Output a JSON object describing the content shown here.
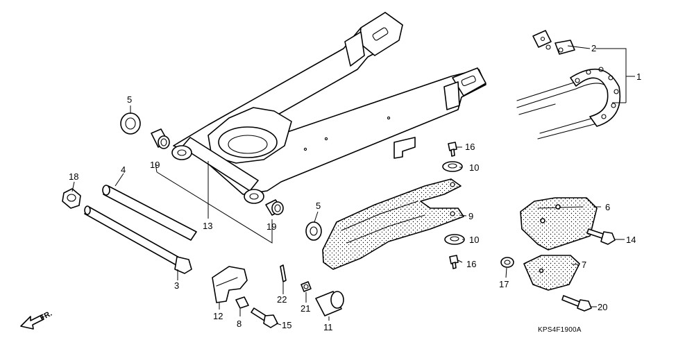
{
  "diagram": {
    "code": "KPS4F1900A",
    "front_indicator": "FR.",
    "callouts": {
      "c1": "1",
      "c2": "2",
      "c3": "3",
      "c4": "4",
      "c5a": "5",
      "c5b": "5",
      "c6": "6",
      "c7": "7",
      "c8": "8",
      "c9": "9",
      "c10a": "10",
      "c10b": "10",
      "c11": "11",
      "c12": "12",
      "c13": "13",
      "c14": "14",
      "c15": "15",
      "c16a": "16",
      "c16b": "16",
      "c17": "17",
      "c18": "18",
      "c19a": "19",
      "c19b": "19",
      "c20": "20",
      "c21": "21",
      "c22": "22"
    }
  }
}
